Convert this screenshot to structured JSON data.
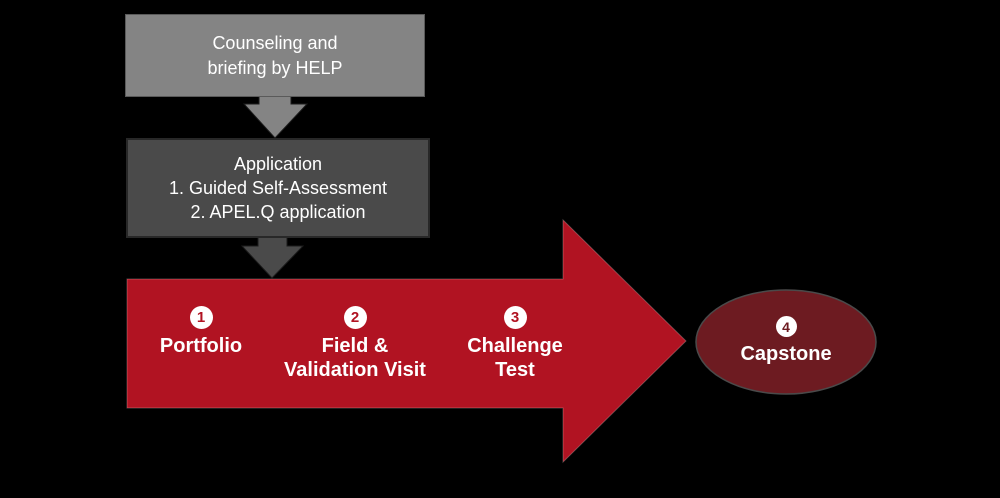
{
  "canvas": {
    "background": "#000000"
  },
  "boxes": {
    "counseling": {
      "lines": [
        "Counseling and",
        "briefing by HELP"
      ],
      "fill": "#848484",
      "border": "#5A5A5A",
      "text_color": "#FFFFFF"
    },
    "application": {
      "lines": [
        "Application",
        "1. Guided Self-Assessment",
        "2. APEL.Q application"
      ],
      "fill": "#4A4A4A",
      "border": "#282828",
      "text_color": "#FFFFFF"
    }
  },
  "connectors": {
    "arrow1": {
      "direction": "down",
      "fill": "#848484"
    },
    "arrow2": {
      "direction": "down",
      "fill": "#4A4A4A"
    }
  },
  "process_arrow": {
    "direction": "right",
    "fill": "#B11322",
    "text_color": "#FFFFFF",
    "badge_bg": "#FFFFFF",
    "steps": [
      {
        "number": "1",
        "lines": [
          "Portfolio"
        ]
      },
      {
        "number": "2",
        "lines": [
          "Field &",
          "Validation Visit"
        ]
      },
      {
        "number": "3",
        "lines": [
          "Challenge",
          "Test"
        ]
      }
    ]
  },
  "capstone": {
    "number": "4",
    "label": "Capstone",
    "fill": "#6D1B21",
    "text_color": "#FFFFFF",
    "badge_bg": "#FFFFFF"
  }
}
